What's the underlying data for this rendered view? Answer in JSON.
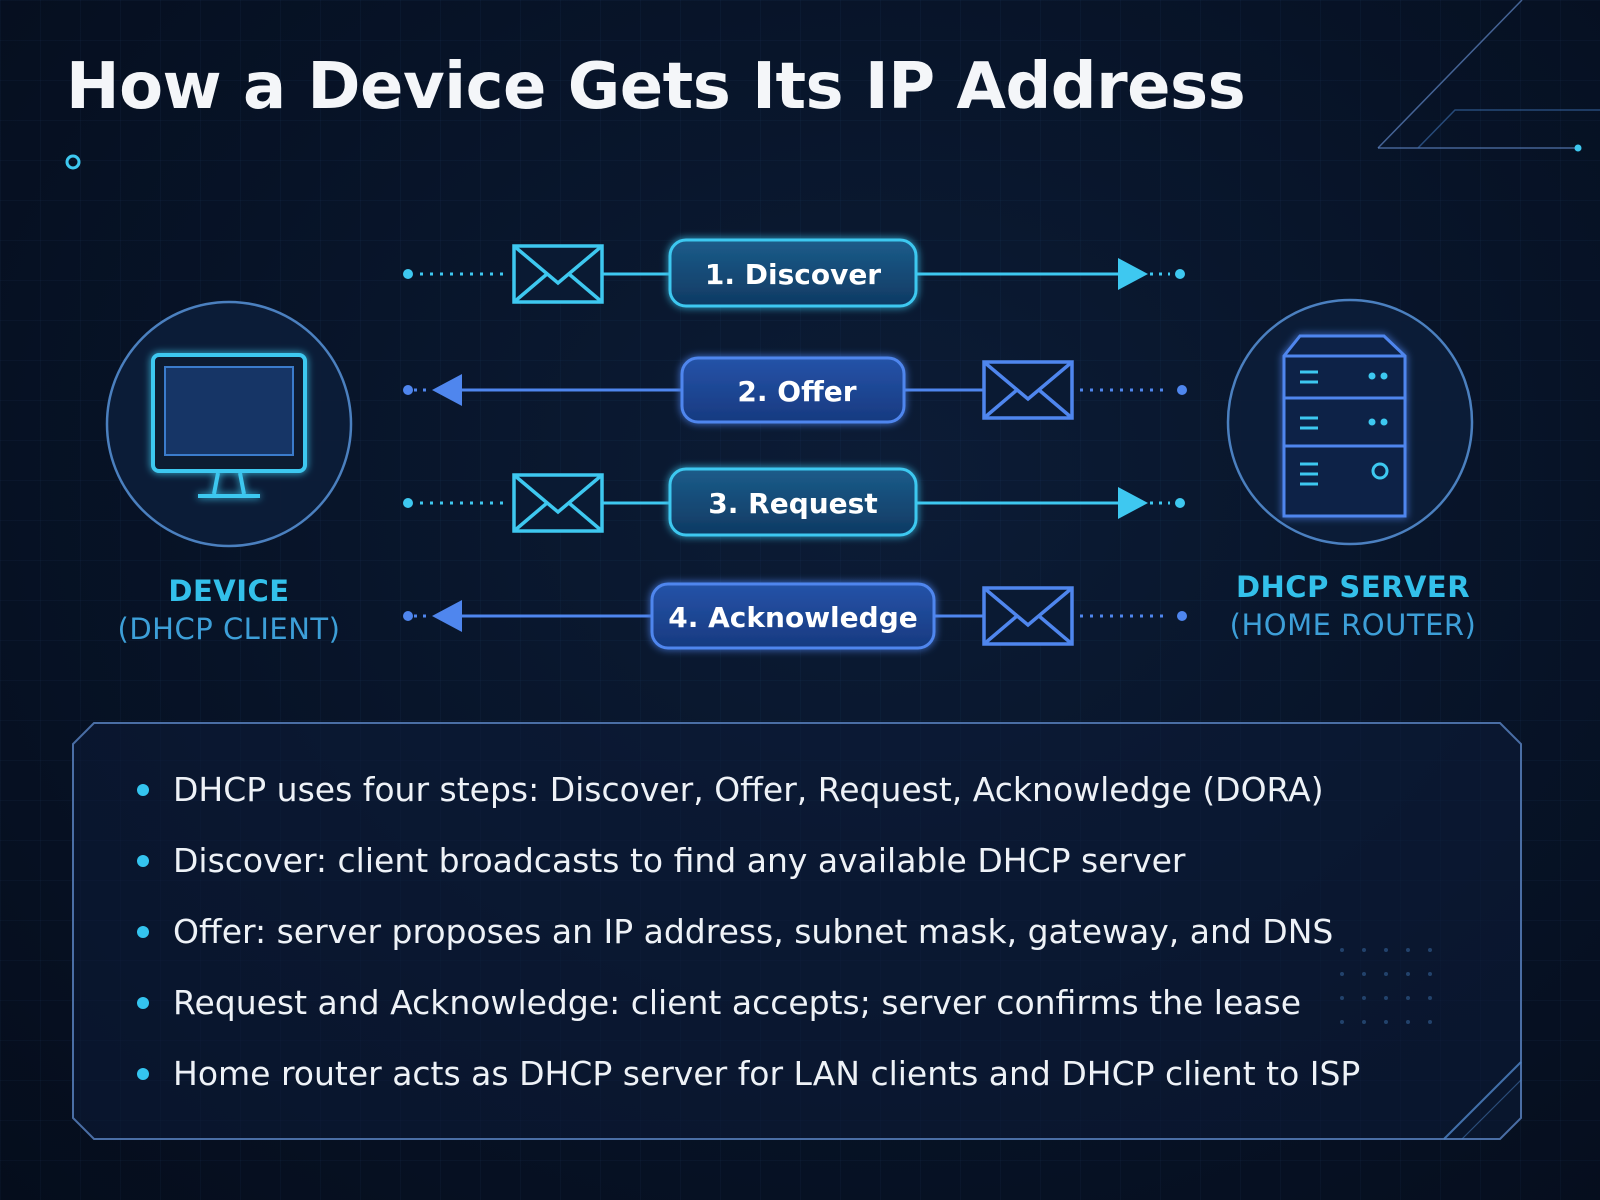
{
  "title": "How a Device Gets Its IP Address",
  "nodes": {
    "client": {
      "line1": "DEVICE",
      "line2": "(DHCP CLIENT)",
      "icon": "monitor-icon"
    },
    "server": {
      "line1": "DHCP SERVER",
      "line2": "(HOME ROUTER)",
      "icon": "server-icon"
    }
  },
  "steps": [
    {
      "label": "1. Discover",
      "direction": "client-to-server",
      "icon": "envelope-icon"
    },
    {
      "label": "2. Offer",
      "direction": "server-to-client",
      "icon": "envelope-icon"
    },
    {
      "label": "3. Request",
      "direction": "client-to-server",
      "icon": "envelope-icon"
    },
    {
      "label": "4. Acknowledge",
      "direction": "server-to-client",
      "icon": "envelope-icon"
    }
  ],
  "bullets": [
    "DHCP uses four steps: Discover, Offer, Request, Acknowledge (DORA)",
    "Discover: client broadcasts to find any available DHCP server",
    "Offer: server proposes an IP address, subnet mask, gateway, and DNS",
    "Request and Acknowledge: client accepts; server confirms the lease",
    "Home router acts as DHCP server for LAN clients and DHCP client to ISP"
  ],
  "colors": {
    "background": "#071327",
    "cyan": "#3ec8f0",
    "blue": "#4f86ee",
    "text": "#f4f6f9"
  }
}
